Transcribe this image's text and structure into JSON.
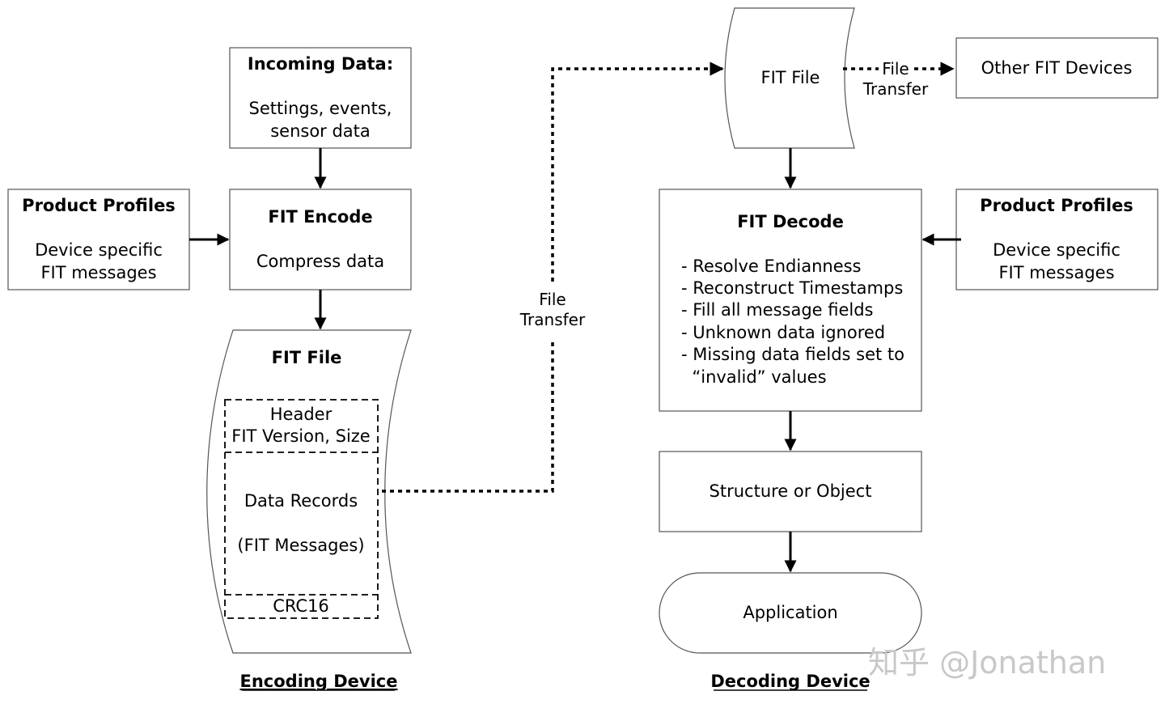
{
  "incoming_data": {
    "title": "Incoming Data:",
    "line1": "Settings, events,",
    "line2": "sensor data"
  },
  "product_profiles_left": {
    "title": "Product Profiles",
    "line1": "Device specific",
    "line2": "FIT messages"
  },
  "fit_encode": {
    "title": "FIT Encode",
    "body": "Compress data"
  },
  "fit_file_enc": {
    "title": "FIT File",
    "header_line1": "Header",
    "header_line2": "FIT Version, Size",
    "records_line1": "Data Records",
    "records_line2": "(FIT Messages)",
    "crc": "CRC16"
  },
  "file_transfer_mid": {
    "line1": "File",
    "line2": "Transfer"
  },
  "fit_file_dec": {
    "label": "FIT File"
  },
  "file_transfer_right": {
    "line1": "File",
    "line2": "Transfer"
  },
  "other_devices": {
    "label": "Other FIT Devices"
  },
  "fit_decode": {
    "title": "FIT Decode",
    "items": [
      "- Resolve Endianness",
      "- Reconstruct Timestamps",
      "- Fill all message fields",
      "- Unknown data ignored",
      "- Missing data fields set to",
      "  “invalid” values"
    ]
  },
  "product_profiles_right": {
    "title": "Product Profiles",
    "line1": "Device specific",
    "line2": "FIT messages"
  },
  "structure": {
    "label": "Structure or Object"
  },
  "application": {
    "label": "Application"
  },
  "captions": {
    "encoding": "Encoding Device",
    "decoding": "Decoding Device"
  },
  "watermark": "知乎 @Jonathan"
}
